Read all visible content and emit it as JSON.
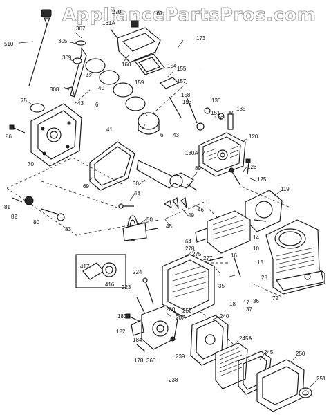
{
  "watermark": "AppliancePartsPros.com",
  "callouts": {
    "c510": "510",
    "c307": "307",
    "c305": "305",
    "c309": "309",
    "c308": "308",
    "c270": "270",
    "c161a": "161A",
    "c161": "161",
    "c160": "160",
    "c173": "173",
    "c75": "75",
    "c86": "86",
    "c70": "70",
    "c43a": "43",
    "c6a": "6",
    "c42": "42",
    "c40": "40",
    "c41": "41",
    "c159": "159",
    "c154": "154",
    "c155": "155",
    "c157": "157",
    "c158": "158",
    "c153": "153",
    "c130": "130",
    "c151": "151",
    "c180": "180",
    "c135": "135",
    "c6b": "6",
    "c43b": "43",
    "c130a": "130A",
    "c120": "120",
    "c69": "69",
    "c30": "30",
    "c89": "89",
    "c126": "126",
    "c125": "125",
    "c119": "119",
    "c81": "81",
    "c82": "82",
    "c80": "80",
    "c83": "83",
    "c48": "48",
    "c46": "46",
    "c49": "49",
    "c45": "45",
    "c50": "50",
    "c64": "64",
    "c278": "278",
    "c275": "275",
    "c277": "277",
    "c16": "16",
    "c14": "14",
    "c15": "15",
    "c10": "10",
    "c417": "417",
    "c416": "416",
    "c224": "224",
    "c223": "223",
    "c35": "35",
    "c18": "18",
    "c28": "28",
    "c37": "37",
    "c36": "36",
    "c17": "17",
    "c72": "72",
    "c280": "280",
    "c207": "207",
    "c183": "183",
    "c182": "182",
    "c184": "184",
    "c252": "252",
    "c240": "240",
    "c245a": "245A",
    "c245": "245",
    "c250": "250",
    "c178": "178",
    "c360": "360",
    "c239": "239",
    "c238": "238",
    "c251": "251"
  }
}
